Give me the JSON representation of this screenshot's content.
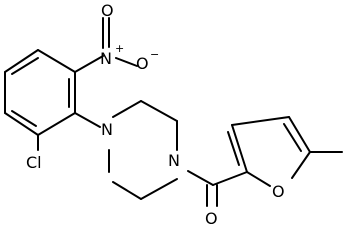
{
  "molecule": {
    "atoms": {
      "nitro_nitrogen": "N",
      "nitro_nitrogen_charge": "+",
      "nitro_oxygen_top": "O",
      "nitro_oxygen_right": "O",
      "nitro_oxygen_right_charge": "−",
      "chlorine": "Cl",
      "piperazine_nitrogen_left": "N",
      "piperazine_nitrogen_right": "N",
      "carbonyl_oxygen": "O",
      "furan_oxygen": "O"
    }
  }
}
